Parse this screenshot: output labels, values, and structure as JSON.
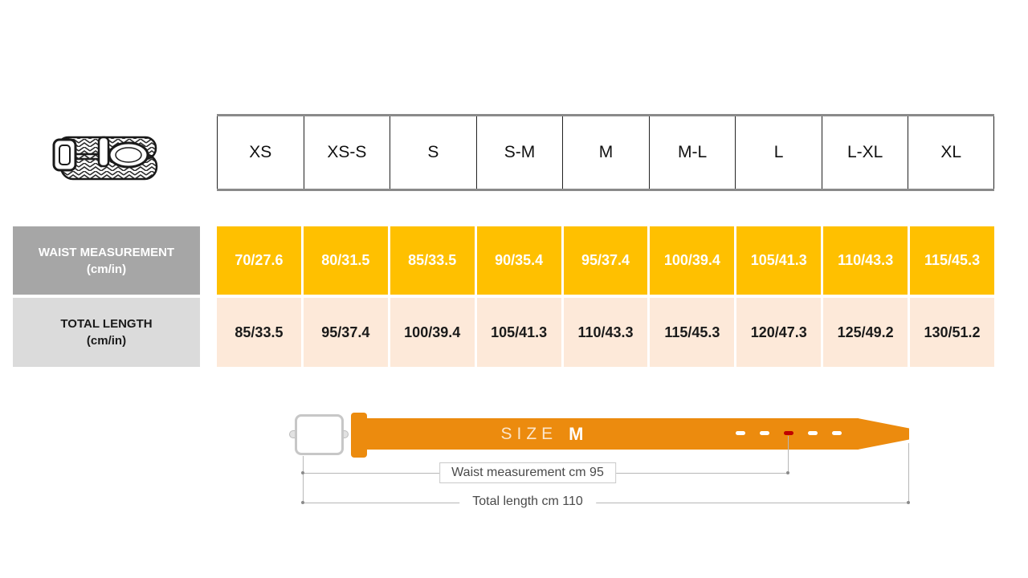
{
  "colors": {
    "gold": "#FFC000",
    "peach": "#FDE9D9",
    "label_gray": "#A6A6A6",
    "label_light_gray": "#DBDBDB",
    "belt_orange": "#EC8B0E",
    "hole_red": "#C00000"
  },
  "icons": {
    "belt_icon": "braided-belt-icon"
  },
  "size_table": {
    "sizes": [
      "XS",
      "XS-S",
      "S",
      "S-M",
      "M",
      "M-L",
      "L",
      "L-XL",
      "XL"
    ],
    "rows": [
      {
        "label_line1": "WAIST MEASUREMENT",
        "label_line2": "(cm/in)",
        "values": [
          "70/27.6",
          "80/31.5",
          "85/33.5",
          "90/35.4",
          "95/37.4",
          "100/39.4",
          "105/41.3",
          "110/43.3",
          "115/45.3"
        ]
      },
      {
        "label_line1": "TOTAL LENGTH",
        "label_line2": "(cm/in)",
        "values": [
          "85/33.5",
          "95/37.4",
          "100/39.4",
          "105/41.3",
          "110/43.3",
          "115/45.3",
          "120/47.3",
          "125/49.2",
          "130/51.2"
        ]
      }
    ]
  },
  "diagram": {
    "size_label": "SIZE",
    "size_value": "M",
    "waist_note": "Waist measurement cm 95",
    "total_note": "Total length cm 110"
  }
}
